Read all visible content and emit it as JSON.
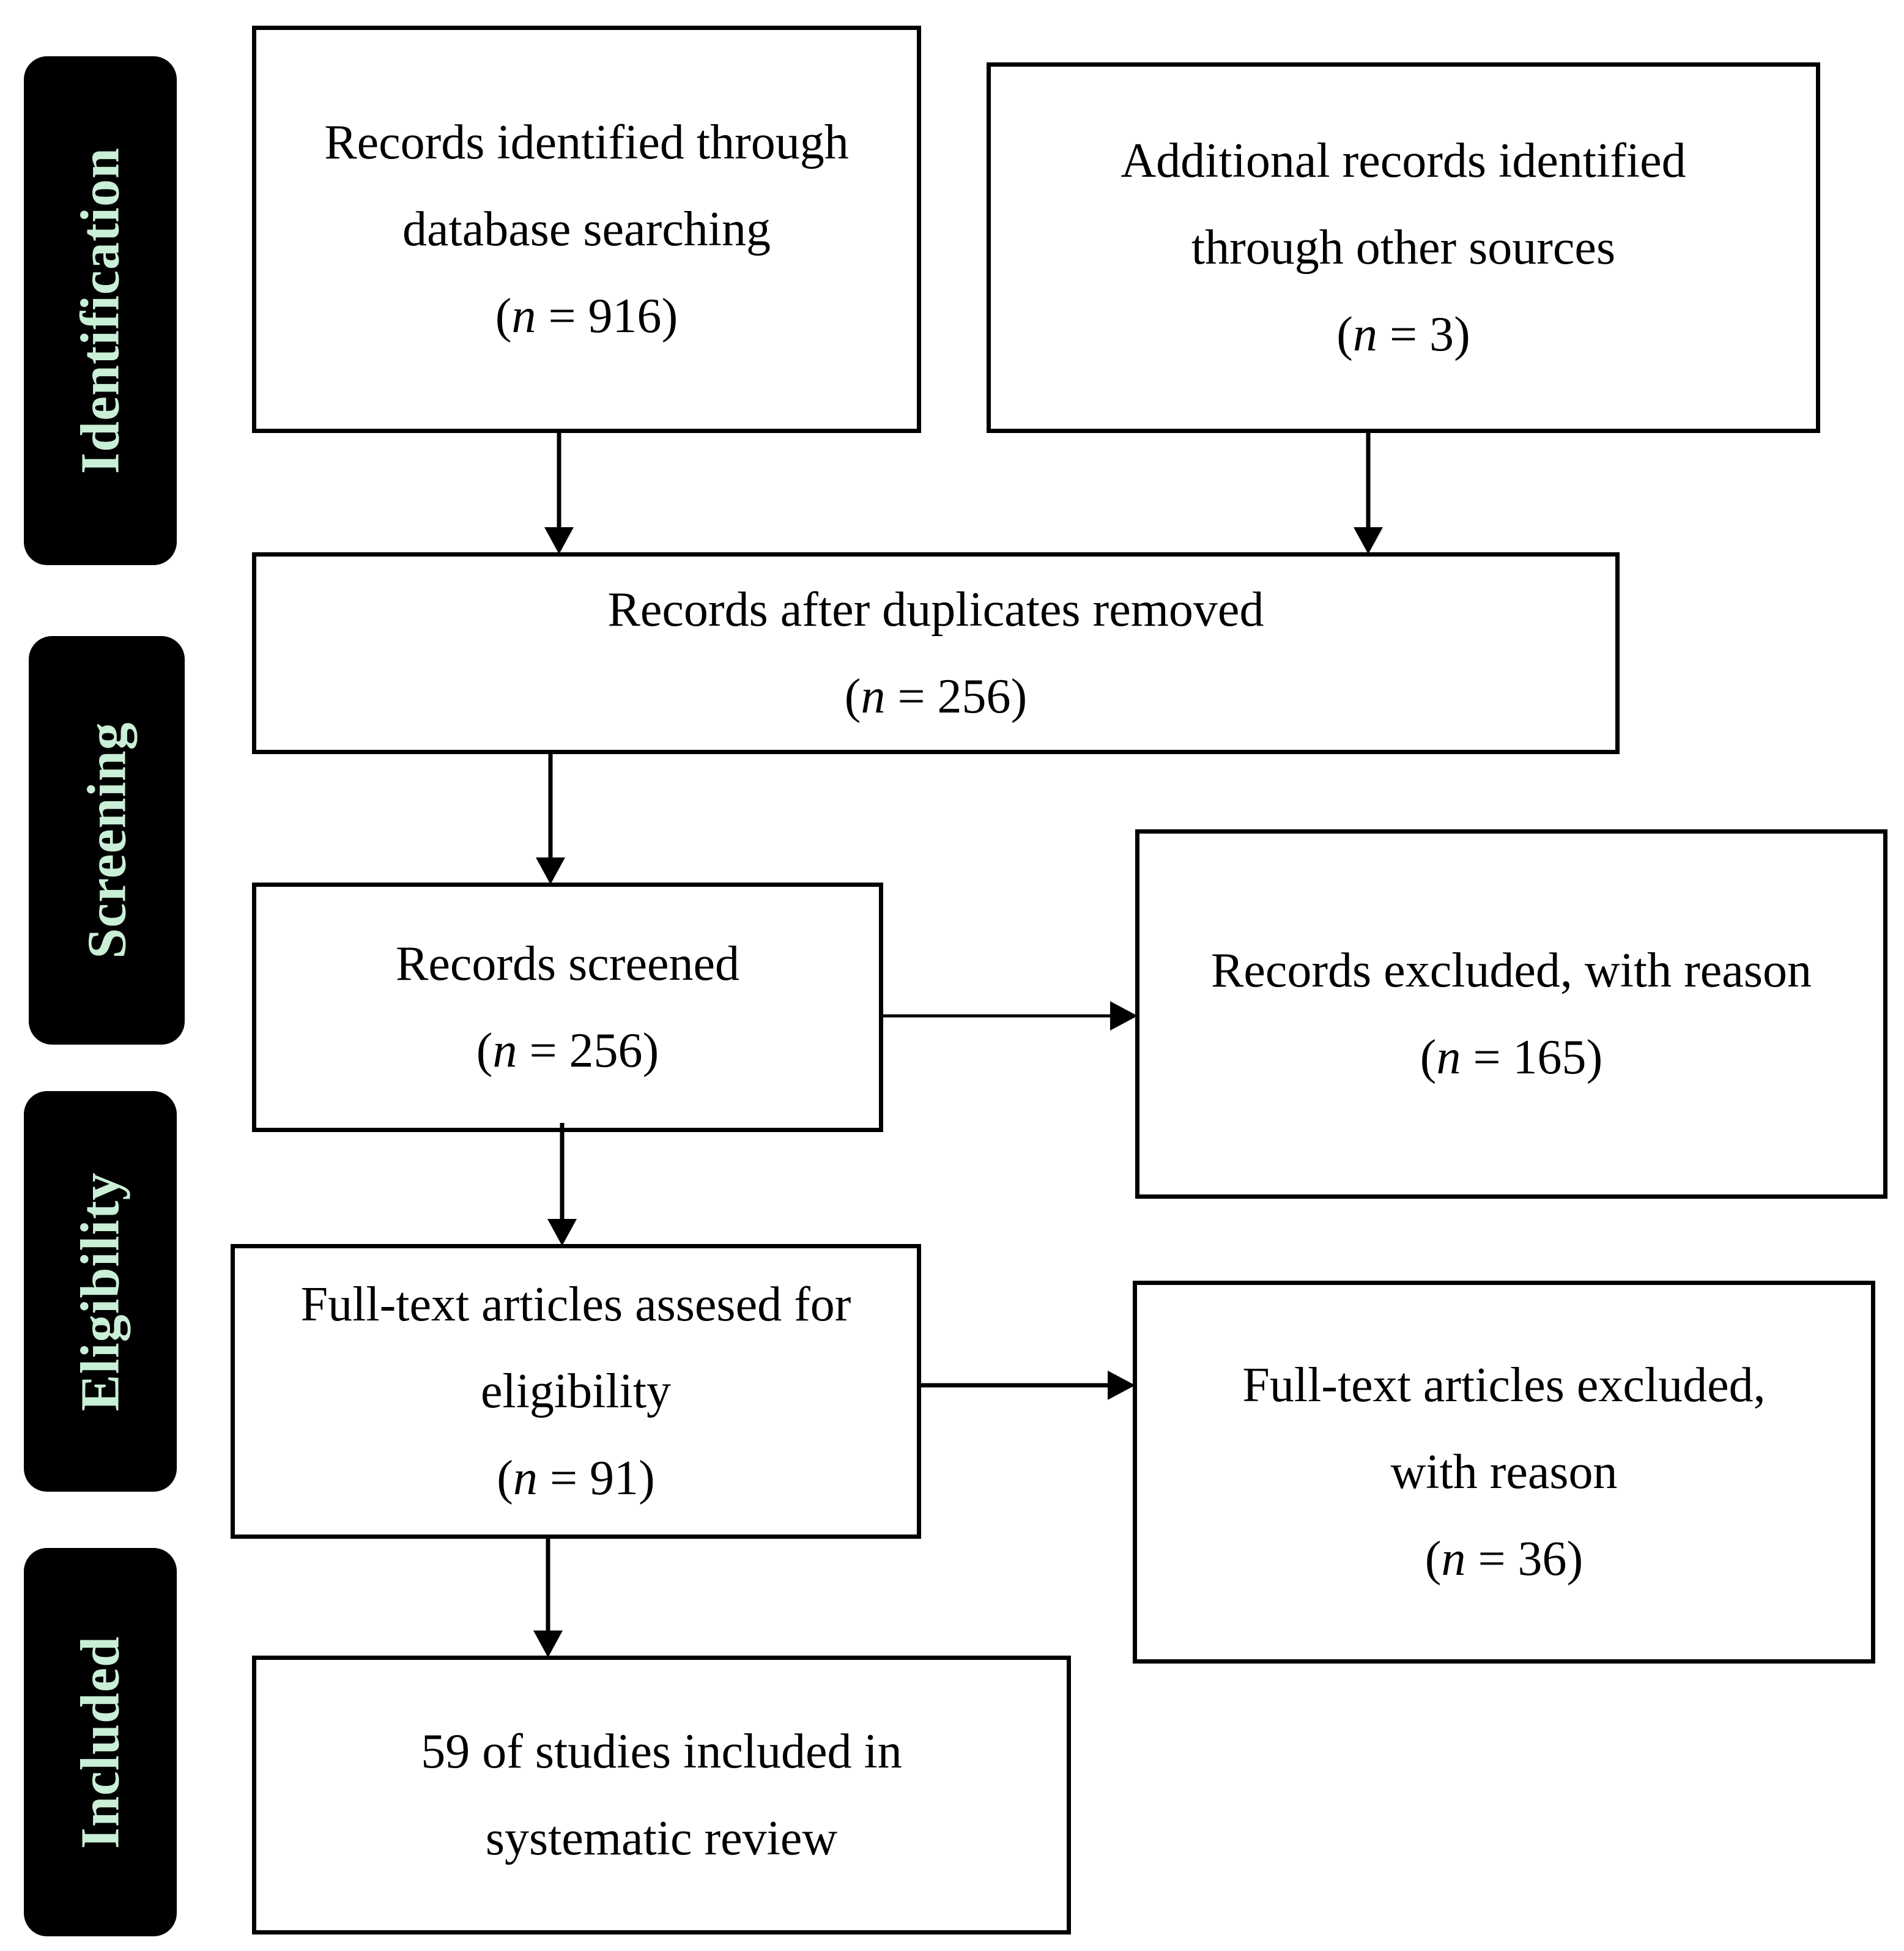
{
  "colors": {
    "phase_background": "#000000",
    "phase_text": "#c9efd6",
    "box_border": "#000000",
    "arrow": "#000000"
  },
  "phases": {
    "identification": "Identification",
    "screening": "Screening",
    "eligibility": "Eligibility",
    "included": "Included"
  },
  "boxes": {
    "database_search": {
      "lines": [
        "Records identified through",
        "database searching"
      ],
      "n_label": "n",
      "count": "= 916"
    },
    "other_sources": {
      "lines": [
        "Additional records identified",
        "through other sources"
      ],
      "n_label": "n",
      "count": "= 3"
    },
    "duplicates_removed": {
      "lines": [
        "Records after duplicates removed"
      ],
      "n_label": "n",
      "count": "= 256"
    },
    "screened": {
      "lines": [
        "Records screened"
      ],
      "n_label": "n",
      "count": "= 256"
    },
    "excluded": {
      "lines": [
        "Records excluded, with reason"
      ],
      "n_label": "n",
      "count": "= 165"
    },
    "fulltext_assessed": {
      "lines": [
        "Full-text articles assesed for",
        "eligibility"
      ],
      "n_label": "n",
      "count": "= 91"
    },
    "fulltext_excluded": {
      "lines": [
        "Full-text articles excluded,",
        "with reason"
      ],
      "n_label": "n",
      "count": "= 36"
    },
    "included": {
      "lines": [
        "59 of studies included in",
        "systematic review"
      ]
    }
  }
}
